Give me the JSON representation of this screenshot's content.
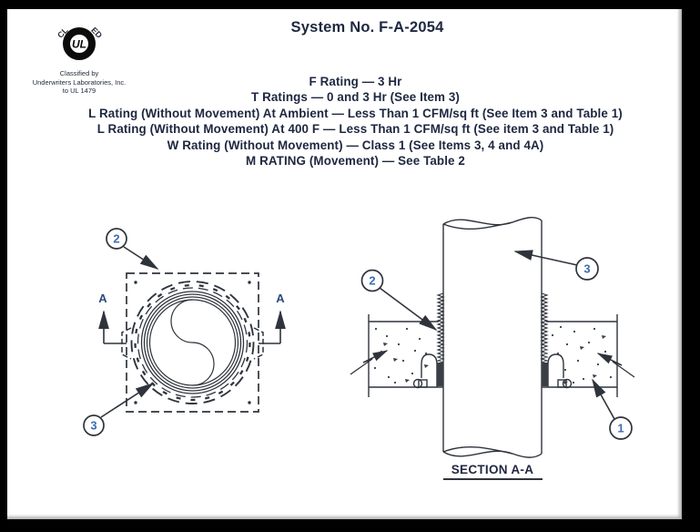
{
  "colors": {
    "ink": "#1e2740",
    "line": "#2f343c",
    "callout_number": "#3f6cb5",
    "section_marker": "#2c4a7c",
    "paper": "#ffffff",
    "frame": "#000000"
  },
  "logo": {
    "arc_text_left": "CL",
    "arc_text_right": "ED",
    "monogram": "UL",
    "caption_lines": [
      "Classified by",
      "Underwriters Laboratories, Inc.",
      "to UL 1479"
    ]
  },
  "header": {
    "title": "System No. F-A-2054"
  },
  "ratings": [
    "F Rating — 3 Hr",
    "T Ratings — 0 and 3 Hr (See Item 3)",
    "L Rating (Without Movement) At Ambient — Less Than 1 CFM/sq ft (See Item 3 and Table 1)",
    "L Rating (Without Movement) At 400 F — Less Than 1 CFM/sq ft (See item 3 and Table 1)",
    "W Rating (Without Movement) — Class 1 (See Items 3, 4 and 4A)",
    "M RATING (Movement) — See Table 2"
  ],
  "plan_view": {
    "label_2": "2",
    "label_3": "3",
    "section_marker_left": "A",
    "section_marker_right": "A"
  },
  "section_view": {
    "label_1": "1",
    "label_2": "2",
    "label_3": "3",
    "caption": "SECTION A-A"
  }
}
